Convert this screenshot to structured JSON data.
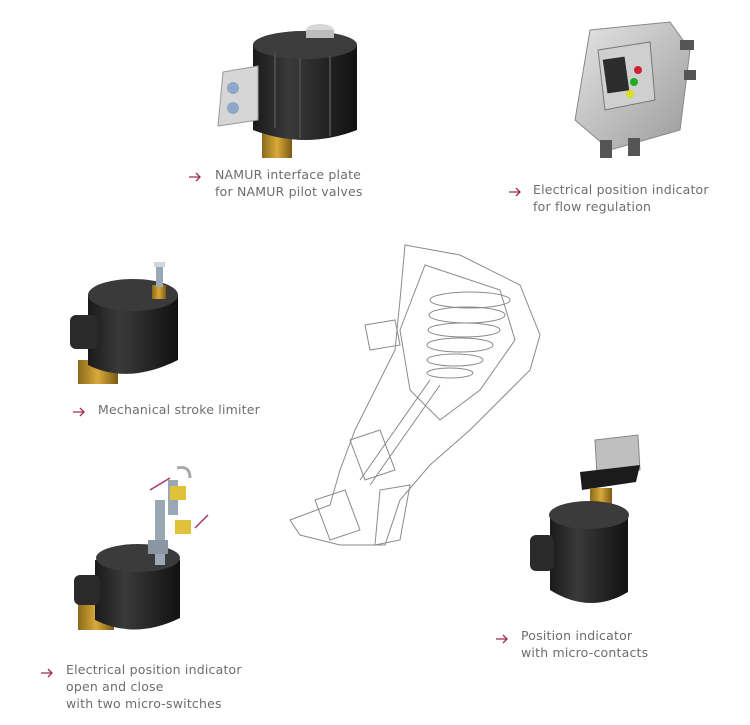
{
  "accent_color": "#9b2d55",
  "captions": [
    {
      "id": "namur",
      "lines": [
        "NAMUR interface plate",
        "for NAMUR pilot valves"
      ]
    },
    {
      "id": "electrical-flow",
      "lines": [
        "Electrical position indicator",
        "for flow regulation"
      ]
    },
    {
      "id": "stroke-limiter",
      "lines": [
        "Mechanical stroke limiter"
      ]
    },
    {
      "id": "micro-switches",
      "lines": [
        "Electrical position indicator",
        "open and close",
        "with two micro-switches"
      ]
    },
    {
      "id": "micro-contacts",
      "lines": [
        "Position indicator",
        "with micro-contacts"
      ]
    }
  ],
  "icons": [
    "arrow-right-icon"
  ]
}
